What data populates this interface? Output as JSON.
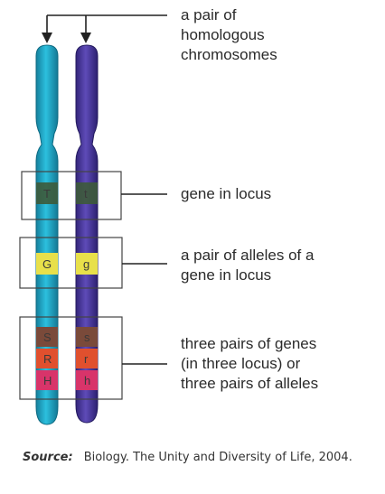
{
  "labels": {
    "homologous": "a pair of\nhomologous\nchromosomes",
    "gene_locus": "gene in locus",
    "allele_pair": "a pair of alleles of a\ngene in locus",
    "three_pairs": "three pairs of genes\n(in three locus) or\nthree pairs of alleles"
  },
  "alleles": {
    "left": [
      "T",
      "G",
      "S",
      "R",
      "H"
    ],
    "right": [
      "t",
      "g",
      "s",
      "r",
      "h"
    ]
  },
  "source": {
    "key": "Source:",
    "text": "Biology. The Unity and Diversity of Life, 2004."
  },
  "colors": {
    "left_chromosome": "#1aa8c9",
    "right_chromosome": "#4a3a9c",
    "band_T": "#3d5a3a",
    "band_G": "#e8e04a",
    "band_S": "#7a4a3a",
    "band_R": "#e0502e",
    "band_H": "#d8346a"
  }
}
